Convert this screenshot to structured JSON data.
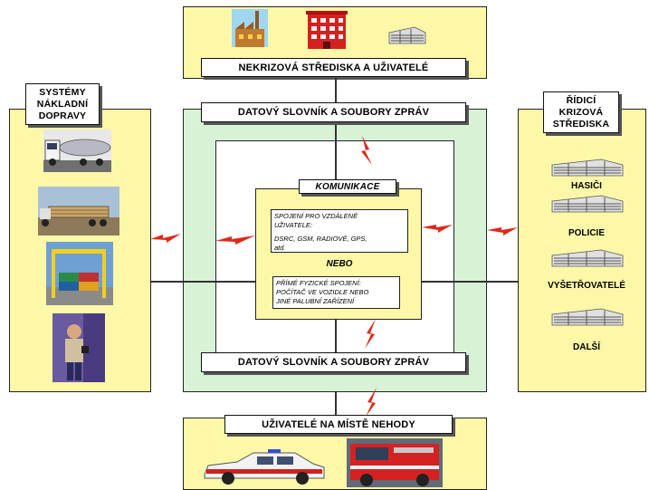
{
  "top_box": {
    "label": "NEKRIZOVÁ STŘEDISKA A UŽIVATELÉ"
  },
  "bottom_box": {
    "label": "UŽIVATELÉ NA MÍSTĚ NEHODY"
  },
  "left_panel": {
    "title_lines": [
      "SYSTÉMY",
      "NÁKLADNÍ",
      "DOPRAVY"
    ]
  },
  "right_panel": {
    "title_lines": [
      "ŘÍDICÍ",
      "KRIZOVÁ",
      "STŘEDISKA"
    ],
    "items": [
      "HASIČI",
      "POLICIE",
      "VYŠETŘOVATELÉ",
      "DALŠÍ"
    ]
  },
  "center": {
    "dictionary_top": "DATOVÝ SLOVNÍK A SOUBORY ZPRÁV",
    "dictionary_bottom": "DATOVÝ SLOVNÍK A SOUBORY ZPRÁV",
    "communication": "KOMUNIKACE",
    "remote_lines": [
      "SPOJENÍ PRO VZDÁLENÉ",
      "UŽIVATELE:",
      "DSRC, GSM, RADIOVÉ, GPS,",
      "atd."
    ],
    "or": "NEBO",
    "physical_lines": [
      "PŘÍMÉ FYZICKÉ SPOJENÍ:",
      "POČÍTAČ VE VOZIDLE NEBO",
      "JINÉ PALUBNÍ ZAŘÍZENÍ"
    ]
  },
  "colors": {
    "panel_yellow": "#fdf7a8",
    "frame_green": "#d8f2d8",
    "arrow_red": "#e02818"
  },
  "icons": [
    "factory-icon",
    "red-building-icon",
    "office-building-icon",
    "fire-truck-icon",
    "police-car-icon"
  ]
}
